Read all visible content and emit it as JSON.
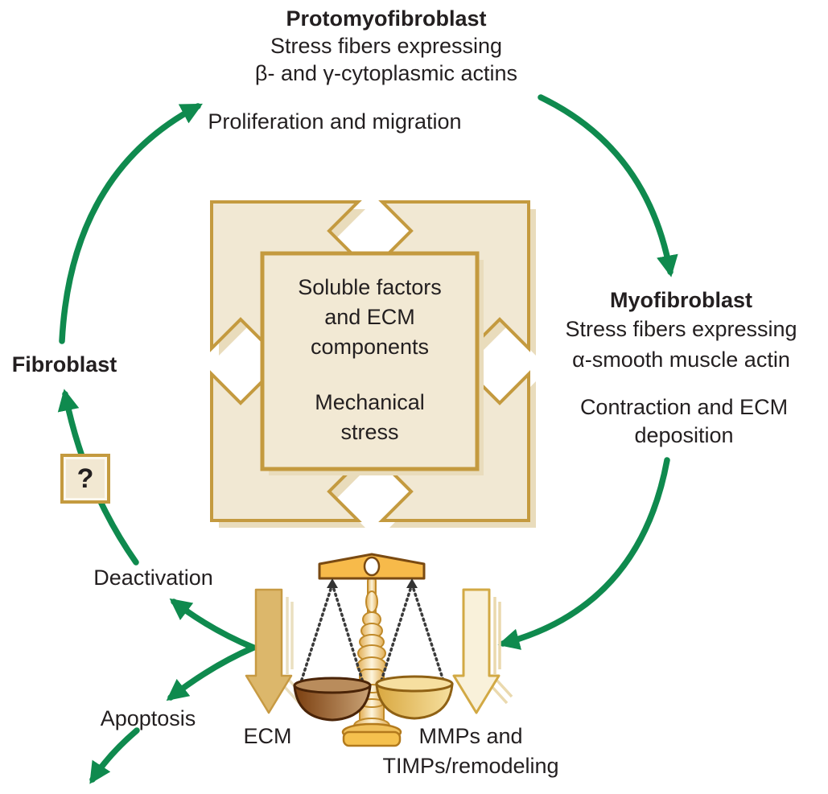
{
  "colors": {
    "arrow_green": "#0f8a4e",
    "panel_beige": "#f1e8d3",
    "border_gold": "#c49a3f",
    "text_dark": "#231f20",
    "beam_gold": "#f7ba4a"
  },
  "top_node": {
    "title": "Protomyofibroblast",
    "lines": [
      "Stress fibers expressing",
      "β- and γ-cytoplasmic actins"
    ],
    "process": "Proliferation and migration"
  },
  "right_node": {
    "title": "Myofibroblast",
    "lines": [
      "Stress fibers expressing",
      "α-smooth muscle actin"
    ],
    "process_lines": [
      "Contraction and ECM",
      "deposition"
    ]
  },
  "left_node": {
    "title": "Fibroblast",
    "unknown_marker": "?",
    "deactivation": "Deactivation",
    "apoptosis": "Apoptosis"
  },
  "center_box": {
    "factors_lines": [
      "Soluble factors",
      "and ECM",
      "components"
    ],
    "stress_lines": [
      "Mechanical",
      "stress"
    ]
  },
  "balance": {
    "left_label": "ECM",
    "right_label_lines": [
      "MMPs and",
      "TIMPs/remodeling"
    ]
  }
}
